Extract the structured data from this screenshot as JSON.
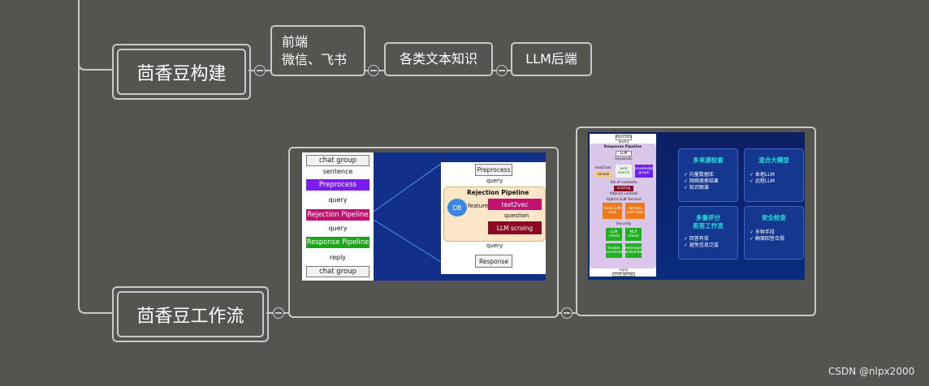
{
  "nodes": {
    "build": {
      "label": "茴香豆构建",
      "children": [
        {
          "line1": "前端",
          "line2": "微信、飞书"
        },
        {
          "line1": "各类文本知识"
        },
        {
          "line1": "LLM后端"
        }
      ]
    },
    "workflow": {
      "label": "茴香豆工作流"
    }
  },
  "shot1": {
    "flow": {
      "chat_group_top": "chat group",
      "sentence": "sentence",
      "preprocess": "Preprocess",
      "query1": "query",
      "rejection": "Rejection Pipeline",
      "query2": "query",
      "response": "Response Pipeline",
      "reply": "reply",
      "chat_group_bottom": "chat group"
    },
    "zoom": {
      "preprocess": "Preprocess",
      "query_top": "query",
      "rejection_title": "Rejection Pipeline",
      "db": "DB",
      "feature": "feature",
      "text2vec": "text2vec",
      "question": "question",
      "llm_scoring": "LLM scroing",
      "query_bottom": "query",
      "response": "Response"
    }
  },
  "shot2": {
    "left": {
      "rejection": "Rejection",
      "query": "query",
      "response_pipeline": "Response Pipeline",
      "llm": "LLM",
      "keywords": "keywords",
      "text2vec": "text2vec",
      "rerank": "rerank",
      "web_search": "web search",
      "knowledge_graph": "knowledge graph",
      "list_of_contexts": "list of contexts",
      "scoring": "scoring",
      "filtered_context": "filtered context",
      "hybrid_service": "Hybrid LLM Service",
      "local_llm": "local LLM chat",
      "remote_llm": "remote LLM chat",
      "security": "Security",
      "llm_check": "LLM check",
      "nlp_check": "NLP check",
      "enable_unsafe": "enable sceneries",
      "message_withdraw": "message withdraw",
      "reply": "reply",
      "chat_group": "chat group"
    },
    "cards": [
      {
        "title": "多来源检索",
        "items": [
          "✓ 向量数据库",
          "✓ 网络搜索结果",
          "✓ 知识图谱"
        ]
      },
      {
        "title": "混合大模型",
        "items": [
          "✓ 本地LLM",
          "✓ 远程LLM"
        ]
      },
      {
        "title": "多重评分",
        "title2": "拒答工作流",
        "items": [
          "✓ 回答有效",
          "✓ 避免信息泛滥"
        ]
      },
      {
        "title": "安全检查",
        "items": [
          "✓ 多种手段",
          "✓ 确保回答合规"
        ]
      }
    ]
  },
  "watermark": "CSDN @nlpx2000",
  "colors": {
    "background": "#545451",
    "outline": "#c9c9c9",
    "cyan_title": "#25e0d8"
  }
}
